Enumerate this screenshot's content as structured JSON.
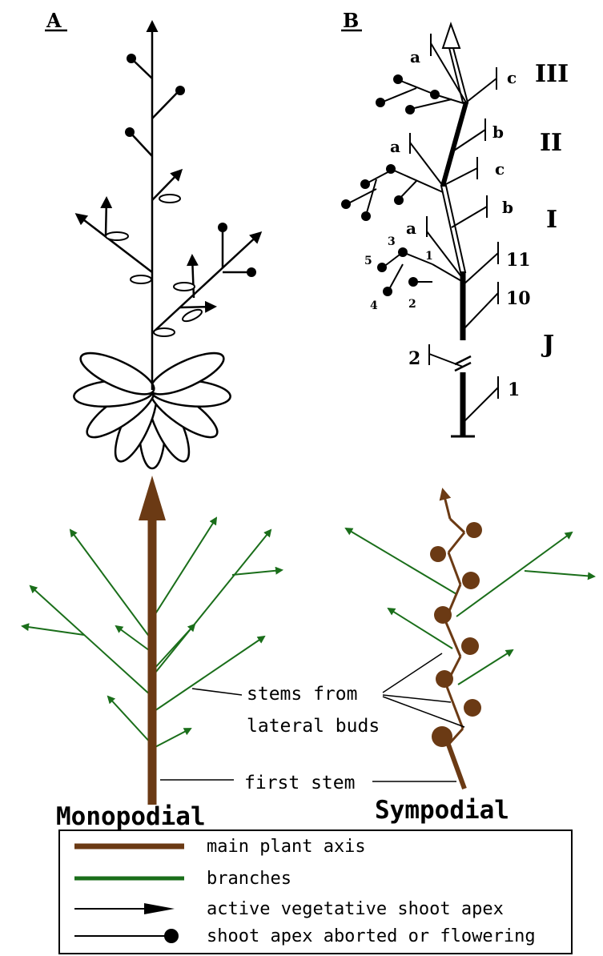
{
  "panel_a": {
    "label": "A"
  },
  "panel_b": {
    "label": "B",
    "unit_labels": [
      "III",
      "II",
      "I",
      "J"
    ],
    "node_labels": {
      "a_top": "a",
      "c_top": "c",
      "b_mid": "b",
      "a_mid": "a",
      "c_mid": "c",
      "b_low": "b",
      "a_low": "a",
      "n11": "11",
      "n10": "10",
      "n2": "2",
      "n1": "1"
    },
    "branch_numbers": [
      "1",
      "2",
      "3",
      "4",
      "5"
    ]
  },
  "lower_diagram": {
    "annotation_lateral": [
      "stems from",
      "lateral buds"
    ],
    "annotation_first": "first stem",
    "monopodial_title": "Monopodial",
    "sympodial_title": "Sympodial"
  },
  "legend": {
    "items": [
      {
        "label": "main plant axis",
        "symbol": "brown-line"
      },
      {
        "label": "branches",
        "symbol": "green-line"
      },
      {
        "label": "active vegetative shoot apex",
        "symbol": "arrow-tip"
      },
      {
        "label": "shoot apex aborted or flowering",
        "symbol": "dot-tip"
      }
    ],
    "colors": {
      "main_axis": "#6b3a14",
      "branches": "#1a6e1a"
    }
  }
}
